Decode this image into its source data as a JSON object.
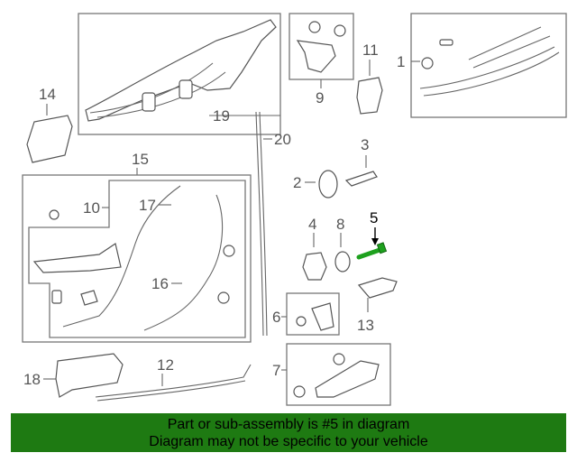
{
  "callouts": {
    "c1": "1",
    "c2": "2",
    "c3": "3",
    "c4": "4",
    "c5": "5",
    "c6": "6",
    "c7": "7",
    "c8": "8",
    "c9": "9",
    "c10": "10",
    "c11": "11",
    "c12": "12",
    "c13": "13",
    "c14": "14",
    "c15": "15",
    "c16": "16",
    "c17": "17",
    "c18": "18",
    "c19": "19",
    "c20": "20"
  },
  "highlight": {
    "part": "5",
    "color": "#1ea11e"
  },
  "banner": {
    "line1": "Part or sub-assembly is #5 in diagram",
    "line2": "Diagram may not be specific to your vehicle",
    "background": "#1e7a12"
  }
}
